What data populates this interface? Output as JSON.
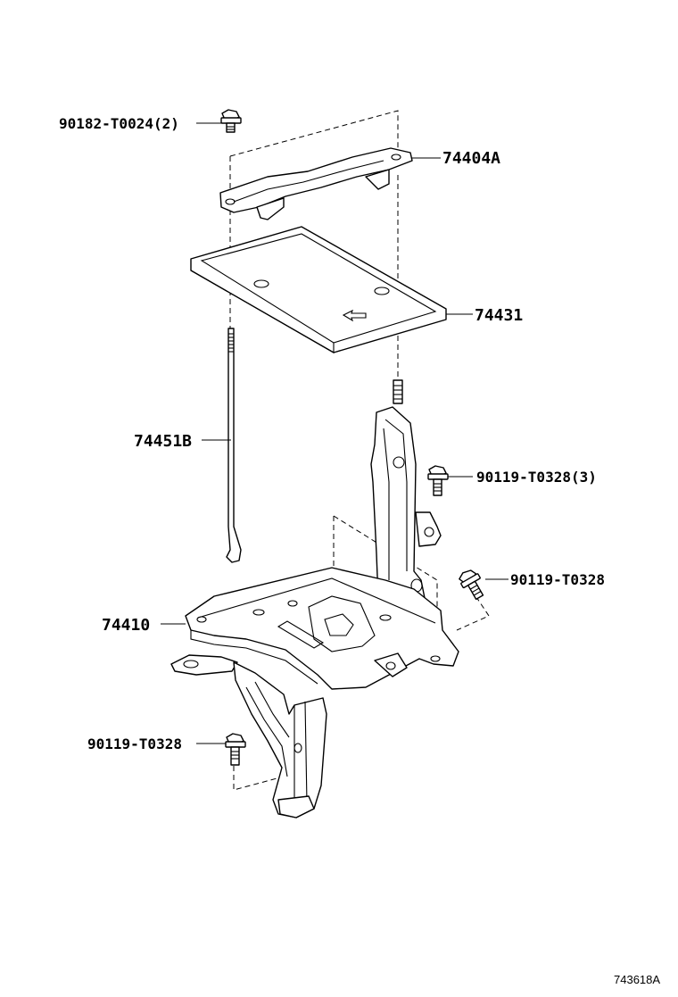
{
  "parts": {
    "p90182": "90182-T0024(2)",
    "p74404A": "74404A",
    "p74431": "74431",
    "p74451B": "74451B",
    "p90119_3": "90119-T0328(3)",
    "p90119_right": "90119-T0328",
    "p74410": "74410",
    "p90119_bottom": "90119-T0328"
  },
  "illustration_code": "743618A"
}
